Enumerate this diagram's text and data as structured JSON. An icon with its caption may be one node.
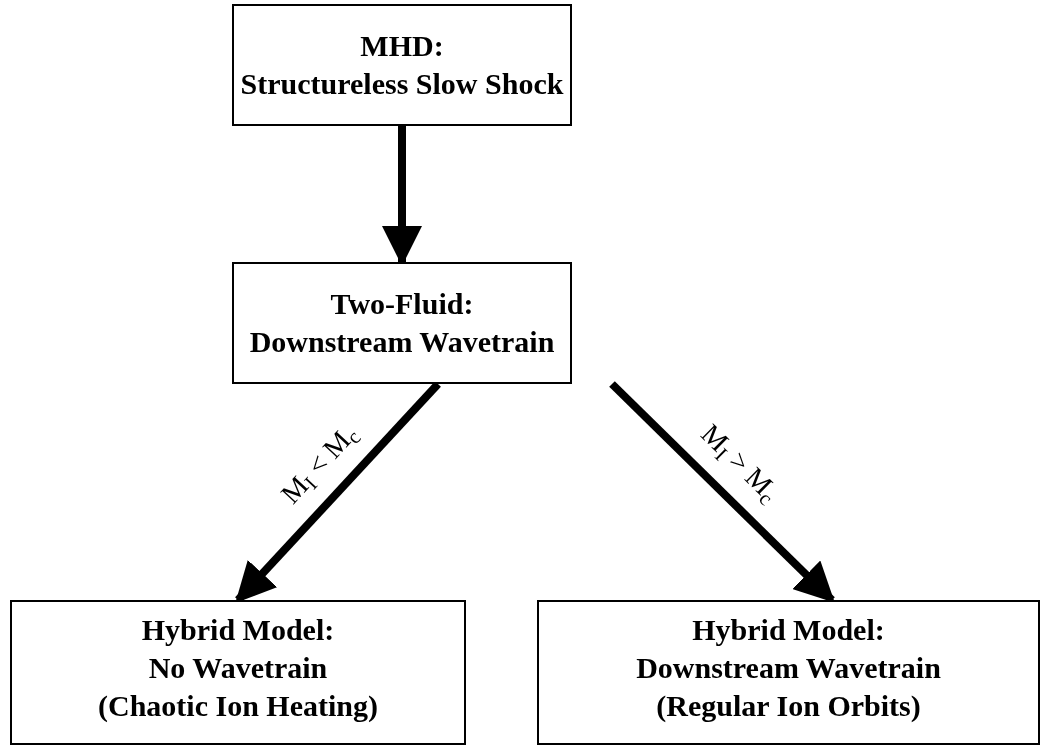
{
  "diagram": {
    "nodes": [
      {
        "text": [
          "MHD:",
          "Structureless Slow Shock"
        ]
      },
      {
        "text": [
          "Two-Fluid:",
          "Downstream Wavetrain"
        ]
      },
      {
        "text": [
          "Hybrid Model:",
          "No Wavetrain",
          "(Chaotic Ion Heating)"
        ]
      },
      {
        "text": [
          "Hybrid Model:",
          "Downstream Wavetrain",
          "(Regular Ion Orbits)"
        ]
      }
    ],
    "edges": [
      {
        "from": 0,
        "to": 1,
        "arrow": "to"
      },
      {
        "from": 1,
        "to": 2,
        "arrow": "to",
        "label": "M$_{I}$ < M$_{c}$"
      },
      {
        "from": 1,
        "to": 3,
        "arrow": "to",
        "label": "M$_{I}$ > M$_{c}$"
      }
    ]
  }
}
